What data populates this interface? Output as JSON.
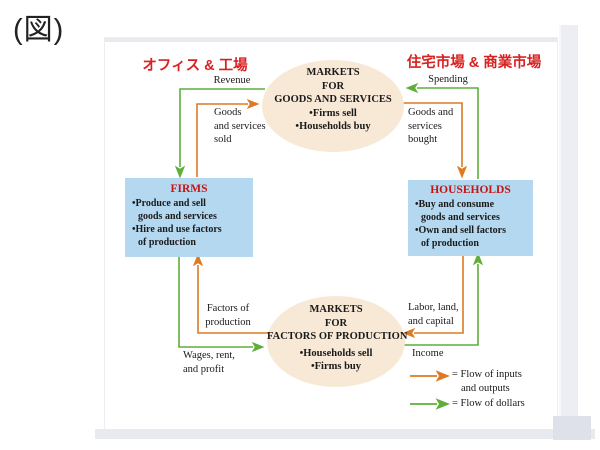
{
  "caption": "(図)",
  "titles": {
    "left": "オフィス & 工場",
    "right": "住宅市場 & 商業市場"
  },
  "markets": {
    "goods": {
      "name_lines": [
        "MARKETS",
        "FOR",
        "GOODS AND SERVICES"
      ],
      "bullets": [
        "•Firms sell",
        "•Households buy"
      ]
    },
    "factors": {
      "name_lines": [
        "MARKETS",
        "FOR",
        "FACTORS OF PRODUCTION"
      ],
      "bullets": [
        "•Households sell",
        "•Firms buy"
      ]
    }
  },
  "agents": {
    "firms": {
      "title": "FIRMS",
      "lines": [
        "•Produce and sell",
        "goods and services",
        "•Hire and use factors",
        "of production"
      ]
    },
    "households": {
      "title": "HOUSEHOLDS",
      "lines": [
        "•Buy and consume",
        "goods and services",
        "•Own and sell factors",
        "of production"
      ]
    }
  },
  "flows": {
    "revenue": "Revenue",
    "goods_sold": [
      "Goods",
      "and services",
      "sold"
    ],
    "spending": "Spending",
    "goods_bought": [
      "Goods and",
      "services",
      "bought"
    ],
    "factors": [
      "Factors of",
      "production"
    ],
    "wages": [
      "Wages, rent,",
      "and profit"
    ],
    "labor": [
      "Labor, land,",
      "and capital"
    ],
    "income": "Income"
  },
  "legend": {
    "inputs_line1": "= Flow of inputs",
    "inputs_line2": "and outputs",
    "dollars": "= Flow of dollars"
  },
  "colors": {
    "flow_inputs_outputs": "#dd7a23",
    "flow_dollars": "#5fae3a",
    "heading_red": "#d92121",
    "node_title_red": "#c41414",
    "box_blue": "#b4d8f0",
    "ellipse_cream": "#f8e9d6"
  }
}
